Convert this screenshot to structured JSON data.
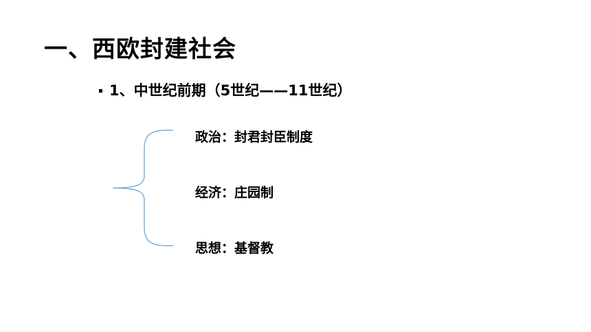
{
  "slide": {
    "title": "一、西欧封建社会",
    "bullet": "1、中世纪前期（5世纪——11世纪）",
    "items": [
      {
        "label": "政治：封君封臣制度"
      },
      {
        "label": "经济：庄园制"
      },
      {
        "label": "思想：基督教"
      }
    ],
    "colors": {
      "text": "#000000",
      "brace": "#5b9bd5",
      "background": "#ffffff"
    }
  }
}
